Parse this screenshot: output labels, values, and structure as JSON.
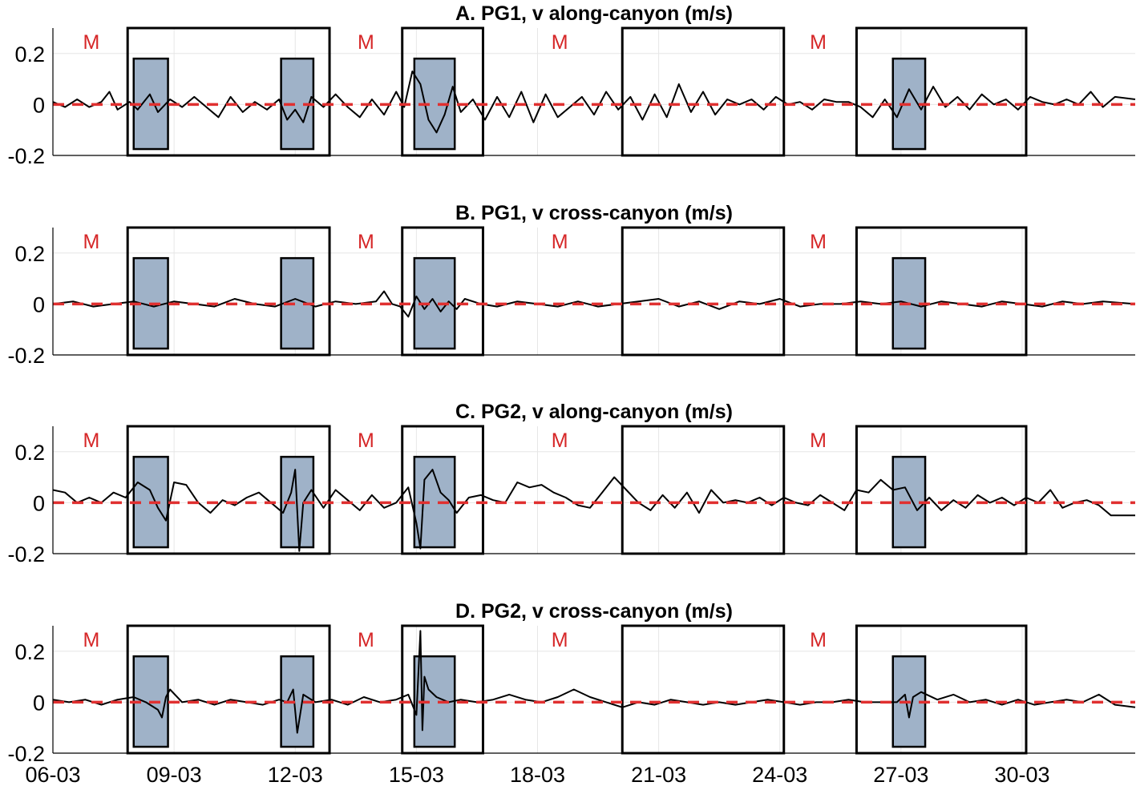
{
  "colors": {
    "signal": "#000000",
    "zero_line": "#e03030",
    "m_label": "#d62728",
    "shaded_box": "#9fb2c8",
    "grid": "#e6e6e6"
  },
  "chart_data": [
    {
      "type": "line",
      "title": "A. PG1, v along-canyon (m/s)",
      "xlabel": "",
      "ylabel": "",
      "xlim": [
        0,
        26.8
      ],
      "ylim": [
        -0.2,
        0.3
      ],
      "x_ticks": [
        0,
        3,
        6,
        9,
        12,
        15,
        18,
        21,
        24
      ],
      "x_tick_labels": [
        "06-03",
        "09-03",
        "12-03",
        "15-03",
        "18-03",
        "21-03",
        "24-03",
        "27-03",
        "30-03"
      ],
      "y_ticks": [
        -0.2,
        0,
        0.2
      ],
      "y_tick_labels": [
        "-0.2",
        "0",
        "0.2"
      ],
      "grid": true,
      "zero_line": 0,
      "markers": [
        {
          "x": 0.95,
          "text": "M"
        },
        {
          "x": 7.75,
          "text": "M"
        },
        {
          "x": 12.55,
          "text": "M"
        },
        {
          "x": 18.95,
          "text": "M"
        }
      ],
      "spring_neap_windows": [
        [
          1.85,
          6.85
        ],
        [
          8.65,
          10.65
        ],
        [
          14.1,
          18.1
        ],
        [
          19.9,
          24.1
        ]
      ],
      "event_windows": [
        [
          2.0,
          2.85
        ],
        [
          5.65,
          6.45
        ],
        [
          8.95,
          9.95
        ],
        [
          20.8,
          21.6
        ]
      ],
      "series": [
        {
          "x": [
            0,
            0.3,
            0.6,
            0.9,
            1.2,
            1.4,
            1.6,
            1.9,
            2.1,
            2.4,
            2.6,
            2.9,
            3.2,
            3.5,
            3.8,
            4.1,
            4.4,
            4.7,
            5.0,
            5.3,
            5.6,
            5.8,
            6.0,
            6.2,
            6.4,
            6.7,
            7.0,
            7.3,
            7.6,
            7.9,
            8.2,
            8.5,
            8.7,
            8.9,
            9.1,
            9.3,
            9.5,
            9.7,
            9.9,
            10.1,
            10.4,
            10.7,
            11.0,
            11.3,
            11.6,
            11.9,
            12.2,
            12.5,
            12.8,
            13.1,
            13.4,
            13.7,
            14.0,
            14.3,
            14.6,
            14.9,
            15.2,
            15.5,
            15.8,
            16.1,
            16.4,
            16.7,
            17.0,
            17.3,
            17.6,
            17.9,
            18.2,
            18.5,
            18.8,
            19.1,
            19.4,
            19.7,
            20.0,
            20.3,
            20.6,
            20.9,
            21.2,
            21.5,
            21.8,
            22.1,
            22.4,
            22.7,
            23.0,
            23.3,
            23.6,
            23.9,
            24.2,
            24.5,
            24.8,
            25.1,
            25.4,
            25.7,
            26.0,
            26.3,
            26.8
          ],
          "y": [
            0.01,
            -0.01,
            0.02,
            -0.01,
            0.01,
            0.05,
            -0.02,
            0.01,
            -0.02,
            0.04,
            -0.03,
            0.02,
            -0.01,
            0.03,
            -0.01,
            -0.05,
            0.03,
            -0.03,
            0.01,
            -0.02,
            0.02,
            -0.06,
            -0.02,
            -0.07,
            0.03,
            -0.01,
            0.04,
            -0.01,
            -0.05,
            0.02,
            -0.04,
            0.05,
            -0.01,
            0.13,
            0.08,
            -0.06,
            -0.11,
            -0.04,
            0.07,
            -0.03,
            0.02,
            -0.06,
            0.03,
            -0.05,
            0.05,
            -0.07,
            0.04,
            -0.05,
            -0.01,
            0.03,
            -0.04,
            0.05,
            -0.02,
            0.03,
            -0.06,
            0.04,
            -0.05,
            0.08,
            -0.03,
            0.05,
            -0.04,
            0.02,
            0.0,
            0.02,
            -0.02,
            0.03,
            0.0,
            0.01,
            -0.02,
            0.02,
            0.01,
            0.01,
            -0.01,
            -0.05,
            0.02,
            -0.05,
            0.06,
            -0.02,
            0.07,
            -0.01,
            0.03,
            -0.02,
            0.04,
            0.0,
            0.02,
            -0.02,
            0.03,
            0.01,
            0.0,
            0.02,
            0.0,
            0.05,
            -0.01,
            0.03,
            0.02
          ]
        }
      ]
    },
    {
      "type": "line",
      "title": "B. PG1, v cross-canyon (m/s)",
      "xlabel": "",
      "ylabel": "",
      "xlim": [
        0,
        26.8
      ],
      "ylim": [
        -0.2,
        0.3
      ],
      "x_ticks": [
        0,
        3,
        6,
        9,
        12,
        15,
        18,
        21,
        24
      ],
      "x_tick_labels": [
        "06-03",
        "09-03",
        "12-03",
        "15-03",
        "18-03",
        "21-03",
        "24-03",
        "27-03",
        "30-03"
      ],
      "y_ticks": [
        -0.2,
        0,
        0.2
      ],
      "y_tick_labels": [
        "-0.2",
        "0",
        "0.2"
      ],
      "grid": true,
      "zero_line": 0,
      "markers": [
        {
          "x": 0.95,
          "text": "M"
        },
        {
          "x": 7.75,
          "text": "M"
        },
        {
          "x": 12.55,
          "text": "M"
        },
        {
          "x": 18.95,
          "text": "M"
        }
      ],
      "spring_neap_windows": [
        [
          1.85,
          6.85
        ],
        [
          8.65,
          10.65
        ],
        [
          14.1,
          18.1
        ],
        [
          19.9,
          24.1
        ]
      ],
      "event_windows": [
        [
          2.0,
          2.85
        ],
        [
          5.65,
          6.45
        ],
        [
          8.95,
          9.95
        ],
        [
          20.8,
          21.6
        ]
      ],
      "series": [
        {
          "x": [
            0,
            0.5,
            1.0,
            1.5,
            2.0,
            2.5,
            3.0,
            3.5,
            4.0,
            4.5,
            5.0,
            5.5,
            6.0,
            6.5,
            7.0,
            7.5,
            8.0,
            8.2,
            8.4,
            8.6,
            8.8,
            9.0,
            9.2,
            9.4,
            9.6,
            9.8,
            10.0,
            10.2,
            10.6,
            11.0,
            11.5,
            12.0,
            12.5,
            13.0,
            13.5,
            14.0,
            14.5,
            15.0,
            15.5,
            16.0,
            16.5,
            17.0,
            17.5,
            18.0,
            18.5,
            19.0,
            19.5,
            20.0,
            20.5,
            21.0,
            21.5,
            22.0,
            22.5,
            23.0,
            23.5,
            24.0,
            24.5,
            25.0,
            25.5,
            26.0,
            26.8
          ],
          "y": [
            0.0,
            0.01,
            -0.01,
            0.0,
            0.01,
            -0.01,
            0.01,
            0.0,
            -0.01,
            0.02,
            0.0,
            -0.01,
            0.02,
            -0.01,
            0.01,
            0.0,
            0.01,
            0.05,
            0.0,
            -0.01,
            -0.05,
            0.03,
            -0.02,
            0.02,
            -0.03,
            0.01,
            -0.02,
            0.02,
            0.0,
            -0.01,
            0.01,
            0.0,
            -0.01,
            0.01,
            -0.01,
            0.0,
            0.01,
            0.02,
            -0.01,
            0.01,
            -0.02,
            0.01,
            0.0,
            0.02,
            -0.01,
            0.0,
            0.0,
            0.01,
            0.0,
            0.01,
            -0.01,
            0.01,
            0.0,
            -0.01,
            0.01,
            0.0,
            -0.01,
            0.01,
            0.0,
            0.01,
            0.0
          ]
        }
      ]
    },
    {
      "type": "line",
      "title": "C. PG2, v along-canyon (m/s)",
      "xlabel": "",
      "ylabel": "",
      "xlim": [
        0,
        26.8
      ],
      "ylim": [
        -0.2,
        0.3
      ],
      "x_ticks": [
        0,
        3,
        6,
        9,
        12,
        15,
        18,
        21,
        24
      ],
      "x_tick_labels": [
        "06-03",
        "09-03",
        "12-03",
        "15-03",
        "18-03",
        "21-03",
        "24-03",
        "27-03",
        "30-03"
      ],
      "y_ticks": [
        -0.2,
        0,
        0.2
      ],
      "y_tick_labels": [
        "-0.2",
        "0",
        "0.2"
      ],
      "grid": true,
      "zero_line": 0,
      "markers": [
        {
          "x": 0.95,
          "text": "M"
        },
        {
          "x": 7.75,
          "text": "M"
        },
        {
          "x": 12.55,
          "text": "M"
        },
        {
          "x": 18.95,
          "text": "M"
        }
      ],
      "spring_neap_windows": [
        [
          1.85,
          6.85
        ],
        [
          8.65,
          10.65
        ],
        [
          14.1,
          18.1
        ],
        [
          19.9,
          24.1
        ]
      ],
      "event_windows": [
        [
          2.0,
          2.85
        ],
        [
          5.65,
          6.45
        ],
        [
          8.95,
          9.95
        ],
        [
          20.8,
          21.6
        ]
      ],
      "series": [
        {
          "x": [
            0,
            0.3,
            0.6,
            0.9,
            1.2,
            1.5,
            1.8,
            2.1,
            2.4,
            2.6,
            2.8,
            3.0,
            3.3,
            3.6,
            3.9,
            4.2,
            4.5,
            4.8,
            5.1,
            5.4,
            5.7,
            5.9,
            6.0,
            6.1,
            6.2,
            6.4,
            6.7,
            7.0,
            7.3,
            7.6,
            7.9,
            8.2,
            8.5,
            8.8,
            9.0,
            9.1,
            9.2,
            9.4,
            9.6,
            9.8,
            10.0,
            10.3,
            10.6,
            10.9,
            11.2,
            11.5,
            11.8,
            12.1,
            12.4,
            12.7,
            13.0,
            13.3,
            13.6,
            13.9,
            14.2,
            14.5,
            14.8,
            15.1,
            15.4,
            15.7,
            16.0,
            16.3,
            16.6,
            16.9,
            17.2,
            17.5,
            17.8,
            18.1,
            18.4,
            18.7,
            19.0,
            19.3,
            19.6,
            19.9,
            20.2,
            20.5,
            20.8,
            21.1,
            21.4,
            21.7,
            22.0,
            22.3,
            22.6,
            22.9,
            23.2,
            23.5,
            23.8,
            24.1,
            24.4,
            24.7,
            25.0,
            25.3,
            25.6,
            25.9,
            26.2,
            26.8
          ],
          "y": [
            0.05,
            0.04,
            0.0,
            0.02,
            0.0,
            0.04,
            0.02,
            0.08,
            0.05,
            -0.02,
            -0.07,
            0.08,
            0.07,
            0.0,
            -0.04,
            0.01,
            -0.01,
            0.02,
            0.04,
            0.0,
            -0.04,
            0.04,
            0.13,
            -0.19,
            0.0,
            0.05,
            -0.02,
            0.05,
            0.01,
            -0.03,
            0.03,
            -0.02,
            0.0,
            0.06,
            -0.08,
            -0.18,
            0.09,
            0.13,
            0.04,
            0.01,
            -0.04,
            0.02,
            0.03,
            0.01,
            0.0,
            0.08,
            0.06,
            0.07,
            0.04,
            0.02,
            -0.01,
            -0.02,
            0.04,
            0.1,
            0.05,
            0.0,
            -0.03,
            0.03,
            -0.02,
            0.04,
            -0.04,
            0.05,
            0.0,
            0.01,
            0.0,
            0.02,
            -0.01,
            0.02,
            0.0,
            -0.01,
            0.03,
            0.0,
            -0.03,
            0.05,
            0.04,
            0.09,
            0.05,
            0.06,
            -0.03,
            0.02,
            -0.03,
            0.01,
            -0.02,
            0.03,
            0.0,
            0.02,
            -0.01,
            0.02,
            0.0,
            0.05,
            -0.02,
            0.0,
            0.01,
            -0.01,
            -0.05,
            -0.05
          ]
        }
      ]
    },
    {
      "type": "line",
      "title": "D. PG2, v cross-canyon (m/s)",
      "xlabel": "",
      "ylabel": "",
      "xlim": [
        0,
        26.8
      ],
      "ylim": [
        -0.2,
        0.3
      ],
      "x_ticks": [
        0,
        3,
        6,
        9,
        12,
        15,
        18,
        21,
        24
      ],
      "x_tick_labels": [
        "06-03",
        "09-03",
        "12-03",
        "15-03",
        "18-03",
        "21-03",
        "24-03",
        "27-03",
        "30-03"
      ],
      "y_ticks": [
        -0.2,
        0,
        0.2
      ],
      "y_tick_labels": [
        "-0.2",
        "0",
        "0.2"
      ],
      "grid": true,
      "zero_line": 0,
      "markers": [
        {
          "x": 0.95,
          "text": "M"
        },
        {
          "x": 7.75,
          "text": "M"
        },
        {
          "x": 12.55,
          "text": "M"
        },
        {
          "x": 18.95,
          "text": "M"
        }
      ],
      "spring_neap_windows": [
        [
          1.85,
          6.85
        ],
        [
          8.65,
          10.65
        ],
        [
          14.1,
          18.1
        ],
        [
          19.9,
          24.1
        ]
      ],
      "event_windows": [
        [
          2.0,
          2.85
        ],
        [
          5.65,
          6.45
        ],
        [
          8.95,
          9.95
        ],
        [
          20.8,
          21.6
        ]
      ],
      "series": [
        {
          "x": [
            0,
            0.4,
            0.8,
            1.2,
            1.6,
            2.0,
            2.3,
            2.6,
            2.7,
            2.8,
            2.9,
            3.2,
            3.6,
            4.0,
            4.4,
            4.8,
            5.2,
            5.6,
            5.8,
            5.95,
            6.05,
            6.2,
            6.5,
            6.9,
            7.3,
            7.7,
            8.1,
            8.5,
            8.8,
            9.0,
            9.1,
            9.15,
            9.2,
            9.3,
            9.5,
            9.8,
            10.1,
            10.5,
            10.9,
            11.3,
            11.7,
            12.1,
            12.5,
            12.9,
            13.3,
            13.7,
            14.1,
            14.5,
            14.9,
            15.3,
            15.7,
            16.1,
            16.5,
            16.9,
            17.3,
            17.7,
            18.1,
            18.5,
            18.9,
            19.3,
            19.7,
            20.1,
            20.5,
            20.9,
            21.1,
            21.2,
            21.3,
            21.5,
            21.9,
            22.3,
            22.7,
            23.1,
            23.5,
            23.9,
            24.3,
            24.7,
            25.1,
            25.5,
            25.9,
            26.3,
            26.8
          ],
          "y": [
            0.01,
            0.0,
            0.01,
            -0.01,
            0.01,
            0.02,
            0.0,
            -0.03,
            -0.06,
            0.02,
            0.05,
            0.0,
            0.01,
            -0.01,
            0.01,
            0.0,
            -0.01,
            0.01,
            0.0,
            0.05,
            -0.12,
            0.03,
            0.0,
            0.01,
            -0.01,
            0.02,
            0.0,
            0.01,
            0.03,
            -0.05,
            0.28,
            -0.11,
            0.1,
            0.05,
            0.02,
            0.0,
            0.01,
            0.0,
            0.01,
            0.03,
            0.01,
            0.0,
            0.02,
            0.05,
            0.02,
            0.0,
            -0.02,
            0.0,
            -0.01,
            0.01,
            0.0,
            -0.01,
            0.0,
            -0.01,
            0.0,
            0.01,
            0.0,
            -0.01,
            0.0,
            0.0,
            0.01,
            0.0,
            0.0,
            0.0,
            0.03,
            -0.06,
            0.02,
            0.04,
            0.01,
            0.03,
            0.0,
            0.01,
            -0.01,
            0.01,
            -0.01,
            0.0,
            0.01,
            0.0,
            0.03,
            -0.01,
            -0.02
          ]
        }
      ]
    }
  ]
}
